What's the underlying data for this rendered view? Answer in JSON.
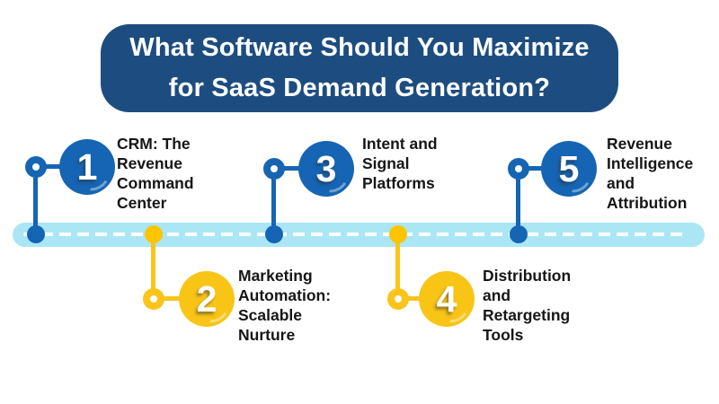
{
  "header": {
    "title_line1": "What Software Should You Maximize",
    "title_line2": "for SaaS Demand Generation?",
    "bg_color": "#1d4d80",
    "text_color": "#ffffff"
  },
  "timeline": {
    "bar_color": "#abe6f5",
    "dash_color": "#ffffff"
  },
  "colors": {
    "step_blue": "#1565b4",
    "step_yellow": "#f8c517",
    "label_text": "#161616"
  },
  "items": [
    {
      "number": "1",
      "label": "CRM: The\nRevenue\nCommand\nCenter",
      "color": "blue",
      "position": "above-timeline"
    },
    {
      "number": "2",
      "label": "Marketing\nAutomation:\nScalable\nNurture",
      "color": "yellow",
      "position": "below-timeline"
    },
    {
      "number": "3",
      "label": "Intent and\nSignal\nPlatforms",
      "color": "blue",
      "position": "above-timeline"
    },
    {
      "number": "4",
      "label": "Distribution\nand\nRetargeting\nTools",
      "color": "yellow",
      "position": "below-timeline"
    },
    {
      "number": "5",
      "label": "Revenue\nIntelligence\nand\nAttribution",
      "color": "blue",
      "position": "above-timeline"
    }
  ]
}
